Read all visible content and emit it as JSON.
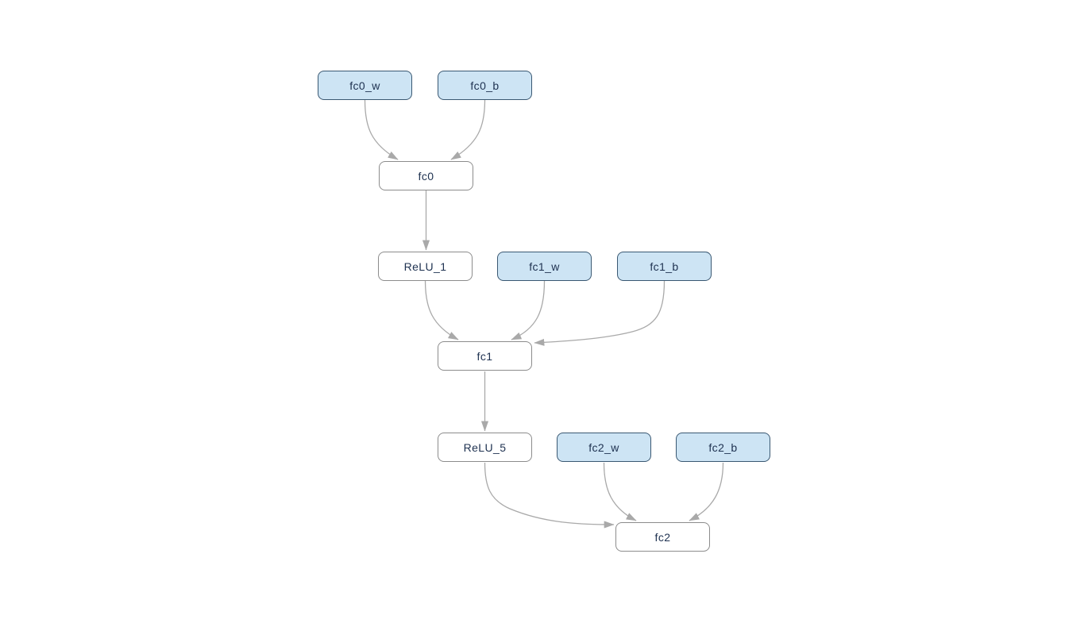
{
  "diagram": {
    "type": "computation-graph",
    "colors": {
      "background": "#ffffff",
      "parameter_fill": "#cde4f4",
      "parameter_border": "#3a5872",
      "op_fill": "#ffffff",
      "op_border": "#8c8c8c",
      "label_text": "#1e3150",
      "edge": "#a9a9a9"
    },
    "nodes": [
      {
        "id": "fc0_w",
        "label": "fc0_w",
        "kind": "parameter"
      },
      {
        "id": "fc0_b",
        "label": "fc0_b",
        "kind": "parameter"
      },
      {
        "id": "fc0",
        "label": "fc0",
        "kind": "operation"
      },
      {
        "id": "ReLU_1",
        "label": "ReLU_1",
        "kind": "operation"
      },
      {
        "id": "fc1_w",
        "label": "fc1_w",
        "kind": "parameter"
      },
      {
        "id": "fc1_b",
        "label": "fc1_b",
        "kind": "parameter"
      },
      {
        "id": "fc1",
        "label": "fc1",
        "kind": "operation"
      },
      {
        "id": "ReLU_5",
        "label": "ReLU_5",
        "kind": "operation"
      },
      {
        "id": "fc2_w",
        "label": "fc2_w",
        "kind": "parameter"
      },
      {
        "id": "fc2_b",
        "label": "fc2_b",
        "kind": "parameter"
      },
      {
        "id": "fc2",
        "label": "fc2",
        "kind": "operation"
      }
    ],
    "edges": [
      {
        "from": "fc0_w",
        "to": "fc0"
      },
      {
        "from": "fc0_b",
        "to": "fc0"
      },
      {
        "from": "fc0",
        "to": "ReLU_1"
      },
      {
        "from": "ReLU_1",
        "to": "fc1"
      },
      {
        "from": "fc1_w",
        "to": "fc1"
      },
      {
        "from": "fc1_b",
        "to": "fc1"
      },
      {
        "from": "fc1",
        "to": "ReLU_5"
      },
      {
        "from": "ReLU_5",
        "to": "fc2"
      },
      {
        "from": "fc2_w",
        "to": "fc2"
      },
      {
        "from": "fc2_b",
        "to": "fc2"
      }
    ]
  }
}
